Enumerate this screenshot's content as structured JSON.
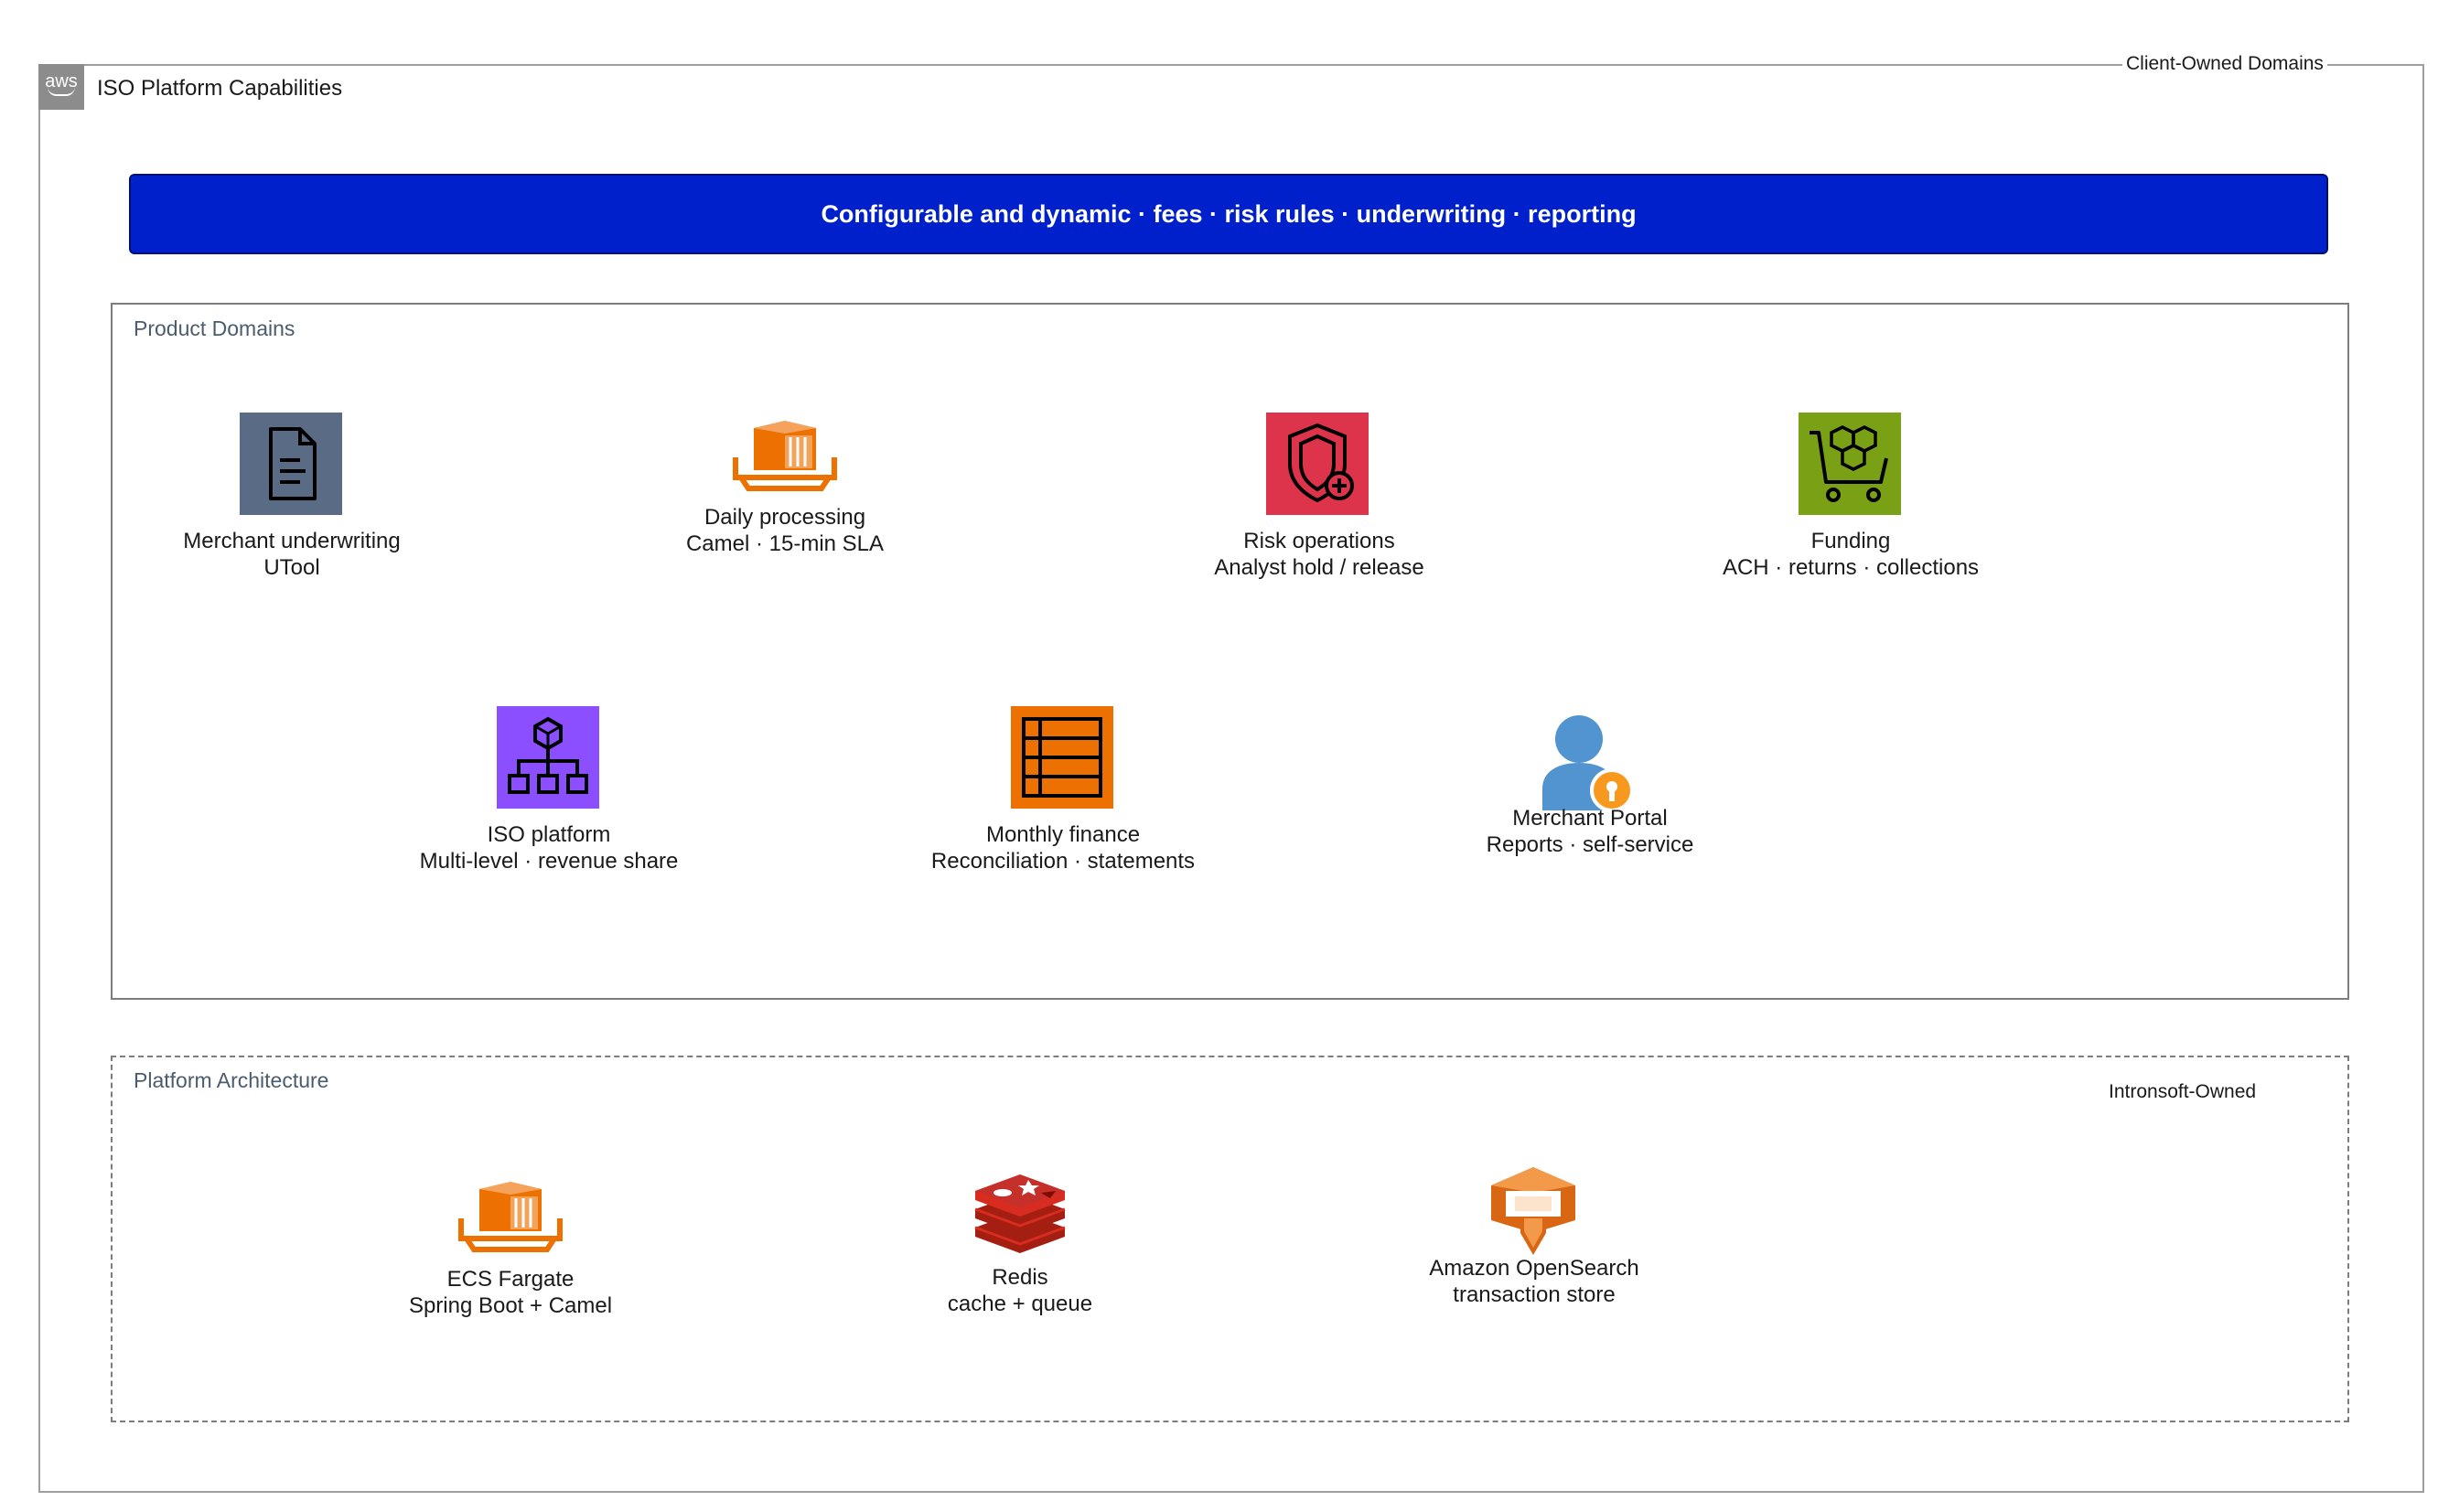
{
  "diagram": {
    "outer": {
      "title": "ISO Platform Capabilities",
      "logo_text": "aws",
      "corner_label": "Client-Owned Domains"
    },
    "banner": {
      "text": "Configurable and dynamic · fees · risk rules · underwriting · reporting",
      "color": "#0020cc"
    },
    "product_group": {
      "title": "Product Domains",
      "nodes": [
        {
          "line1": "Merchant underwriting",
          "line2": "UTool",
          "icon": "document-icon",
          "color": "#5a6b86"
        },
        {
          "line1": "Daily processing",
          "line2": "Camel · 15-min SLA",
          "icon": "container-icon",
          "color": "#ed7100"
        },
        {
          "line1": "Risk operations",
          "line2": "Analyst hold / release",
          "icon": "shield-icon",
          "color": "#dd344c"
        },
        {
          "line1": "Funding",
          "line2": "ACH · returns · collections",
          "icon": "cart-icon",
          "color": "#7aa116"
        },
        {
          "line1": "ISO platform",
          "line2": "Multi-level · revenue share",
          "icon": "org-chart-icon",
          "color": "#8c4fff"
        },
        {
          "line1": "Monthly finance",
          "line2": "Reconciliation · statements",
          "icon": "table-icon",
          "color": "#ed7100"
        },
        {
          "line1": "Merchant Portal",
          "line2": "Reports · self-service",
          "icon": "user-key-icon",
          "color": "#5294cf"
        }
      ]
    },
    "platform_group": {
      "title": "Platform Architecture",
      "owned_label": "Intronsoft-Owned",
      "nodes": [
        {
          "line1": "ECS Fargate",
          "line2": "Spring Boot + Camel",
          "icon": "container-icon",
          "color": "#ed7100"
        },
        {
          "line1": "Redis",
          "line2": "cache + queue",
          "icon": "redis-icon",
          "color": "#c6302b"
        },
        {
          "line1": "Amazon OpenSearch",
          "line2": "transaction store",
          "icon": "opensearch-icon",
          "color": "#d86613"
        }
      ]
    }
  }
}
